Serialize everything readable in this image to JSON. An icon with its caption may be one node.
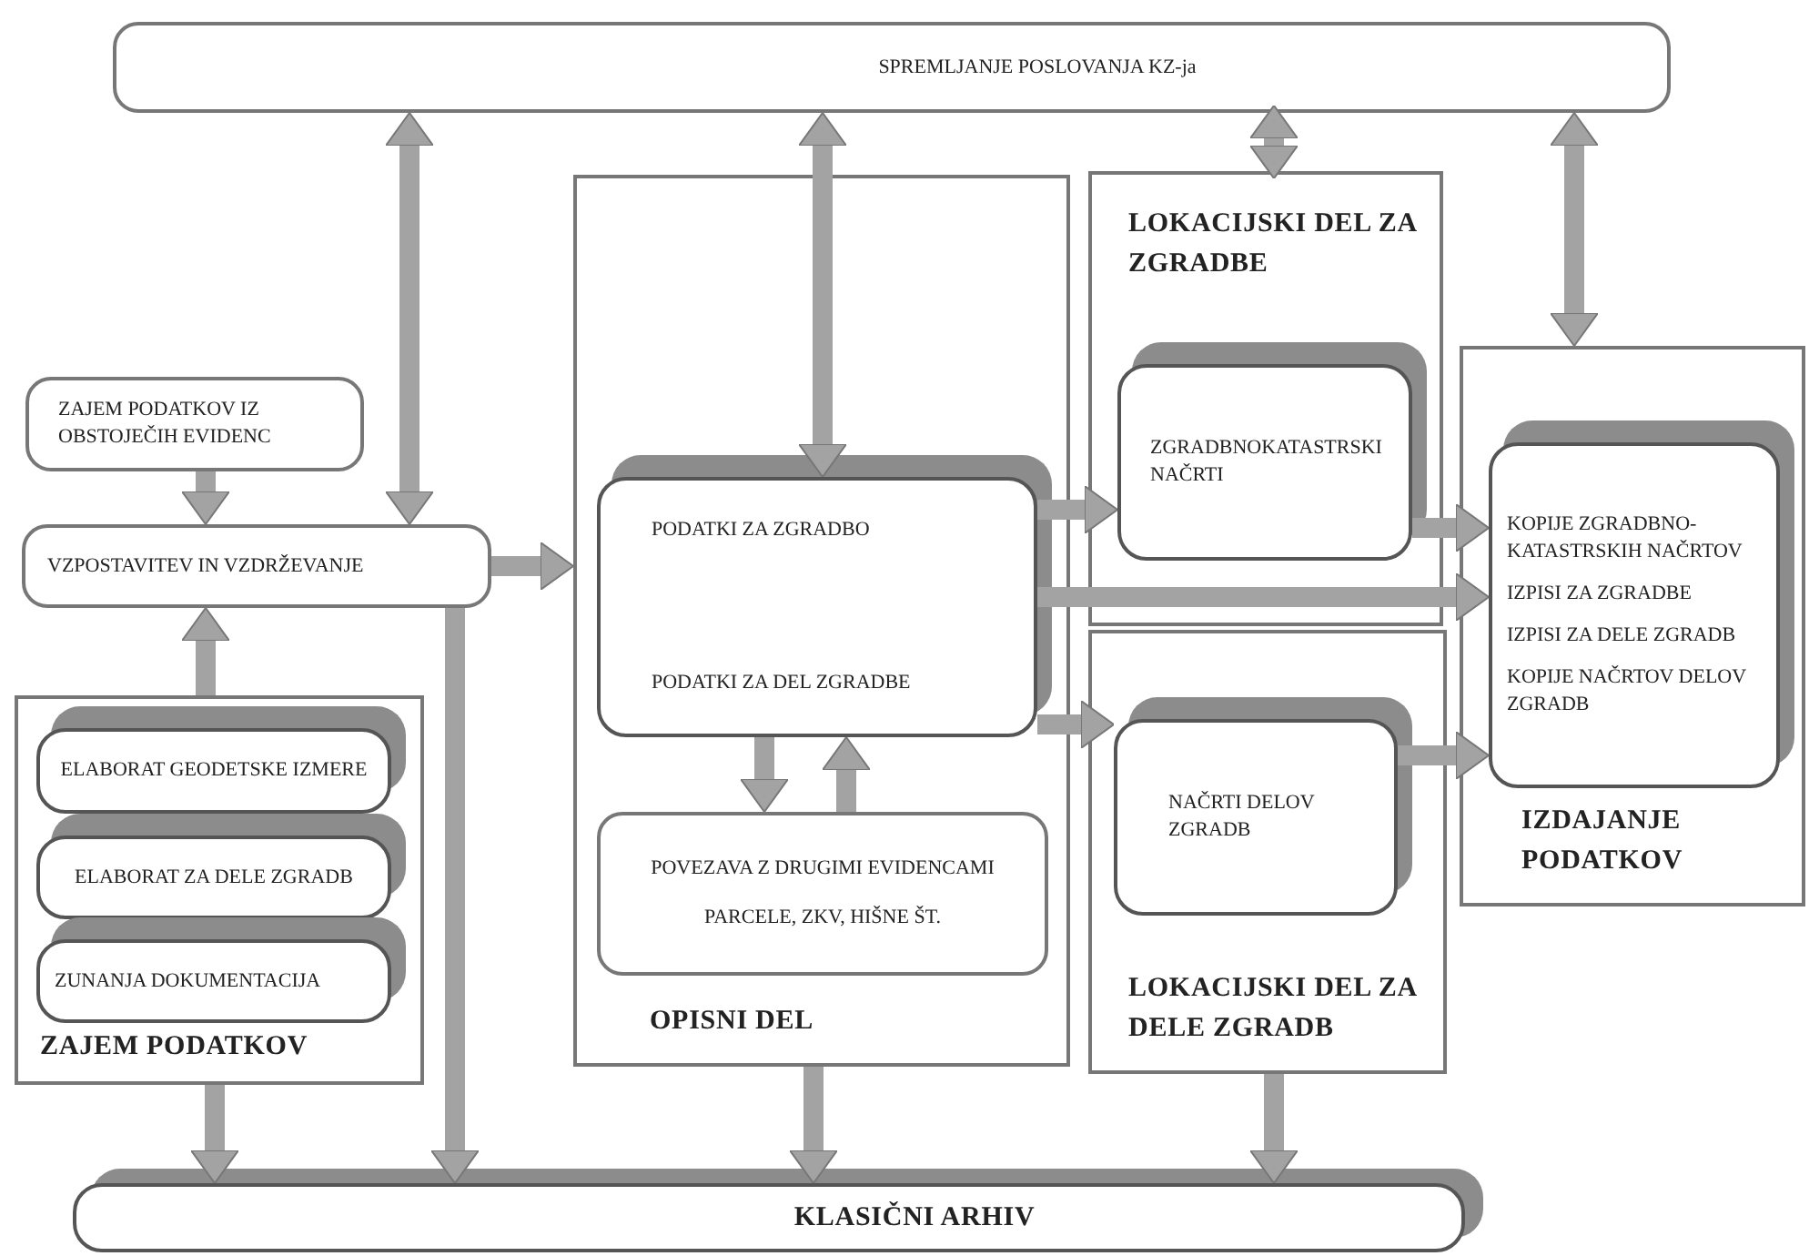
{
  "diagram": {
    "nodes": [
      {
        "text": [
          "SPREMLJANJE POSLOVANJA KZ-ja"
        ]
      },
      {
        "text": [
          "ZAJEM PODATKOV IZ OBSTOJEČIH EVIDENC"
        ]
      },
      {
        "text": [
          "VZPOSTAVITEV IN VZDRŽEVANJE"
        ]
      },
      {
        "text": [
          "ZAJEM PODATKOV"
        ]
      },
      {
        "text": [
          "ELABORAT GEODETSKE IZMERE"
        ],
        "in": 3
      },
      {
        "text": [
          "ELABORAT ZA DELE ZGRADB"
        ],
        "in": 3
      },
      {
        "text": [
          "ZUNANJA DOKUMENTACIJA"
        ],
        "in": 3
      },
      {
        "text": [
          "OPISNI DEL"
        ]
      },
      {
        "text": [
          "PODATKI ZA ZGRADBO",
          "PODATKI ZA DEL ZGRADBE"
        ],
        "in": 7
      },
      {
        "text": [
          "POVEZAVA Z DRUGIMI EVIDENCAMI",
          "PARCELE, ZKV, HIŠNE ŠT."
        ],
        "in": 7
      },
      {
        "text": [
          "LOKACIJSKI DEL ZA ZGRADBE"
        ]
      },
      {
        "text": [
          "ZGRADBNOKATASTRSKI NAČRTI"
        ],
        "in": 10
      },
      {
        "text": [
          "LOKACIJSKI DEL ZA DELE ZGRADB"
        ]
      },
      {
        "text": [
          "NAČRTI DELOV ZGRADB"
        ],
        "in": 12
      },
      {
        "text": [
          "IZDAJANJE PODATKOV"
        ]
      },
      {
        "text": [
          "KOPIJE ZGRADBNO-KATASTRSKIH NAČRTOV",
          "IZPISI ZA ZGRADBE",
          "IZPISI ZA DELE ZGRADB",
          "KOPIJE NAČRTOV DELOV ZGRADB"
        ],
        "in": 14
      },
      {
        "text": [
          "KLASIČNI ARHIV"
        ]
      }
    ],
    "edges": [
      {
        "from": 0,
        "to": 2,
        "arrow": "both"
      },
      {
        "from": 0,
        "to": 8,
        "arrow": "both"
      },
      {
        "from": 0,
        "to": 10,
        "arrow": "both"
      },
      {
        "from": 0,
        "to": 14,
        "arrow": "both"
      },
      {
        "from": 1,
        "to": 2,
        "arrow": "to"
      },
      {
        "from": 3,
        "to": 2,
        "arrow": "to"
      },
      {
        "from": 2,
        "to": 7,
        "arrow": "to"
      },
      {
        "from": 8,
        "to": 11,
        "arrow": "to"
      },
      {
        "from": 8,
        "to": 13,
        "arrow": "to"
      },
      {
        "from": 11,
        "to": 15,
        "arrow": "to"
      },
      {
        "from": 8,
        "to": 15,
        "arrow": "to"
      },
      {
        "from": 13,
        "to": 15,
        "arrow": "to"
      },
      {
        "from": 8,
        "to": 9,
        "arrow": "to"
      },
      {
        "from": 9,
        "to": 8,
        "arrow": "to"
      },
      {
        "from": 3,
        "to": 16,
        "arrow": "to"
      },
      {
        "from": 2,
        "to": 16,
        "arrow": "to"
      },
      {
        "from": 7,
        "to": 16,
        "arrow": "to"
      },
      {
        "from": 12,
        "to": 16,
        "arrow": "to"
      }
    ]
  }
}
